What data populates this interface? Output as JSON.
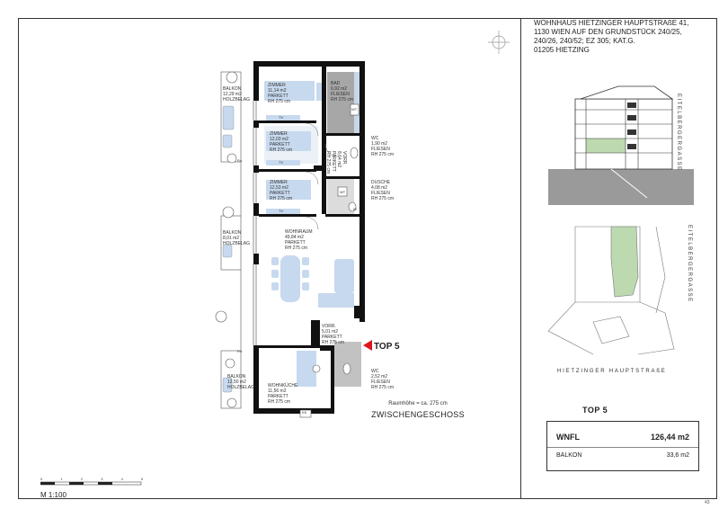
{
  "header": {
    "address_lines": [
      "WOHNHAUS HIETZINGER HAUPTSTRAßE 41,",
      "1130 WIEN AUF DEN GRUNDSTÜCK 240/25,",
      "240/26, 240/52; EZ 305; KAT.G.",
      "01205 HIETZING"
    ]
  },
  "plan": {
    "rooms": [
      {
        "id": "zimmer1",
        "lines": [
          "ZIMMER",
          "11,14 m2",
          "PARKETT",
          "RH 275 cm"
        ]
      },
      {
        "id": "bad",
        "lines": [
          "BAD",
          "6,92 m2",
          "FLIESEN",
          "RH 275 cm"
        ]
      },
      {
        "id": "zimmer2",
        "lines": [
          "ZIMMER",
          "12,03 m2",
          "PARKETT",
          "RH 275 cm"
        ]
      },
      {
        "id": "wc1",
        "lines": [
          "WC",
          "1,90 m2",
          "FLIESEN",
          "RH 275 cm"
        ]
      },
      {
        "id": "vorr1",
        "lines": [
          "VORR.",
          "8,64 m2",
          "PARKETT",
          "RH 275 cm"
        ]
      },
      {
        "id": "zimmer3",
        "lines": [
          "ZIMMER",
          "12,53 m2",
          "PARKETT",
          "RH 275 cm"
        ]
      },
      {
        "id": "dusche",
        "lines": [
          "DUSCHE",
          "4,08 m2",
          "FLIESEN",
          "RH 275 cm"
        ]
      },
      {
        "id": "wohnraum",
        "lines": [
          "WOHNRAUM",
          "49,84 m2",
          "PARKETT",
          "RH 275 cm"
        ]
      },
      {
        "id": "vorr2",
        "lines": [
          "VORR.",
          "5,01 m2",
          "PARKETT",
          "RH 275 cm"
        ]
      },
      {
        "id": "wc2",
        "lines": [
          "WC",
          "2,52 m2",
          "FLIESEN",
          "RH 275 cm"
        ]
      },
      {
        "id": "wohnkueche",
        "lines": [
          "WOHNKÜCHE",
          "11,56 m2",
          "PARKETT",
          "RH 275 cm"
        ]
      }
    ],
    "balconies": [
      {
        "id": "balkon1",
        "lines": [
          "BALKON",
          "12,29 m2",
          "HOLZBELAG"
        ]
      },
      {
        "id": "balkon2",
        "lines": [
          "BALKON",
          "8,01 m2",
          "HOLZBELAG"
        ]
      },
      {
        "id": "balkon3",
        "lines": [
          "BALKON",
          "12,50 m2",
          "HOLZBELAG"
        ]
      }
    ],
    "small_labels": {
      "tv": "TV",
      "fix": "Fix",
      "wt": "WT",
      "w": "W",
      "kk": "KK"
    },
    "top_label": "TOP  5",
    "room_height_note": "Raumhöhe = ca. 275 cm",
    "floor_name": "ZWISCHENGESCHOSS"
  },
  "section": {
    "street_label": "EITELBERGERGASSE"
  },
  "siteplan": {
    "street_vertical": "EITELBERGERGASSE",
    "street_horizontal": "HIETZINGER HAUPTSTRAßE"
  },
  "summary": {
    "title": "TOP  5",
    "wnfl_label": "WNFL",
    "wnfl_value": "126,44 m2",
    "balkon_label": "BALKON",
    "balkon_value": "33,6 m2"
  },
  "scale": {
    "label": "M 1:100",
    "ticks": [
      "0",
      "1",
      "2",
      "3",
      "4",
      "5"
    ]
  },
  "page_number": "43",
  "colors": {
    "highlight_green": "#bcd9b0",
    "room_blue": "#c7d9ee",
    "wall": "#111111",
    "grey_fill": "#9a9a9a"
  }
}
